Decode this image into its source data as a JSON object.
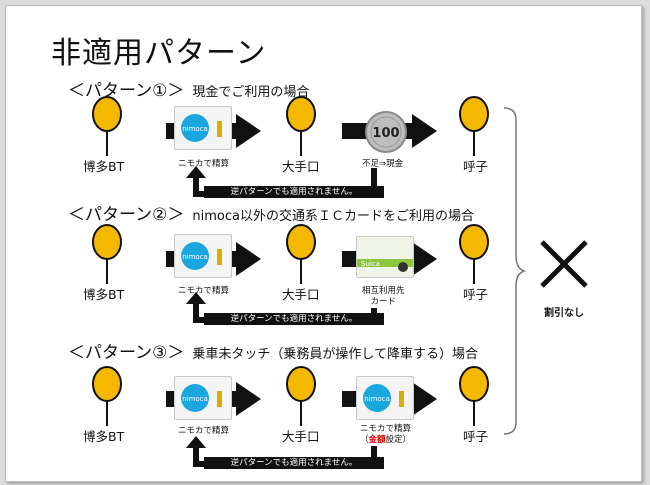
{
  "title": "非適用パターン",
  "patterns": [
    {
      "heading": "＜パターン①＞",
      "desc": "現金でご利用の場合"
    },
    {
      "heading": "＜パターン②＞",
      "desc": "nimoca以外の交通系ＩＣカードをご利用の場合"
    },
    {
      "heading": "＜パターン③＞",
      "desc": "乗車未タッチ（乗務員が操作して降車する）場合"
    }
  ],
  "stations": {
    "start": "博多BT",
    "mid": "大手口",
    "end": "呼子"
  },
  "captions": {
    "nimoca_settle": "ニモカで精算",
    "cash_shortage": "不足⇒現金",
    "mutual_card_line1": "相互利用先",
    "mutual_card_line2": "カード",
    "nimoca_settle_amount_prefix": "（",
    "nimoca_settle_amount_red": "金額",
    "nimoca_settle_amount_suffix": "設定）"
  },
  "reverse_note": "逆パターンでも適用されません。",
  "card_logo": {
    "nimoca": "nimoca",
    "suica": "Suica",
    "coin": "100"
  },
  "result_label": "割引なし",
  "colors": {
    "station_yellow": "#f5b800",
    "arrow_black": "#111111",
    "nimoca_blue": "#1aa6de",
    "suica_green": "#8cc63f"
  }
}
